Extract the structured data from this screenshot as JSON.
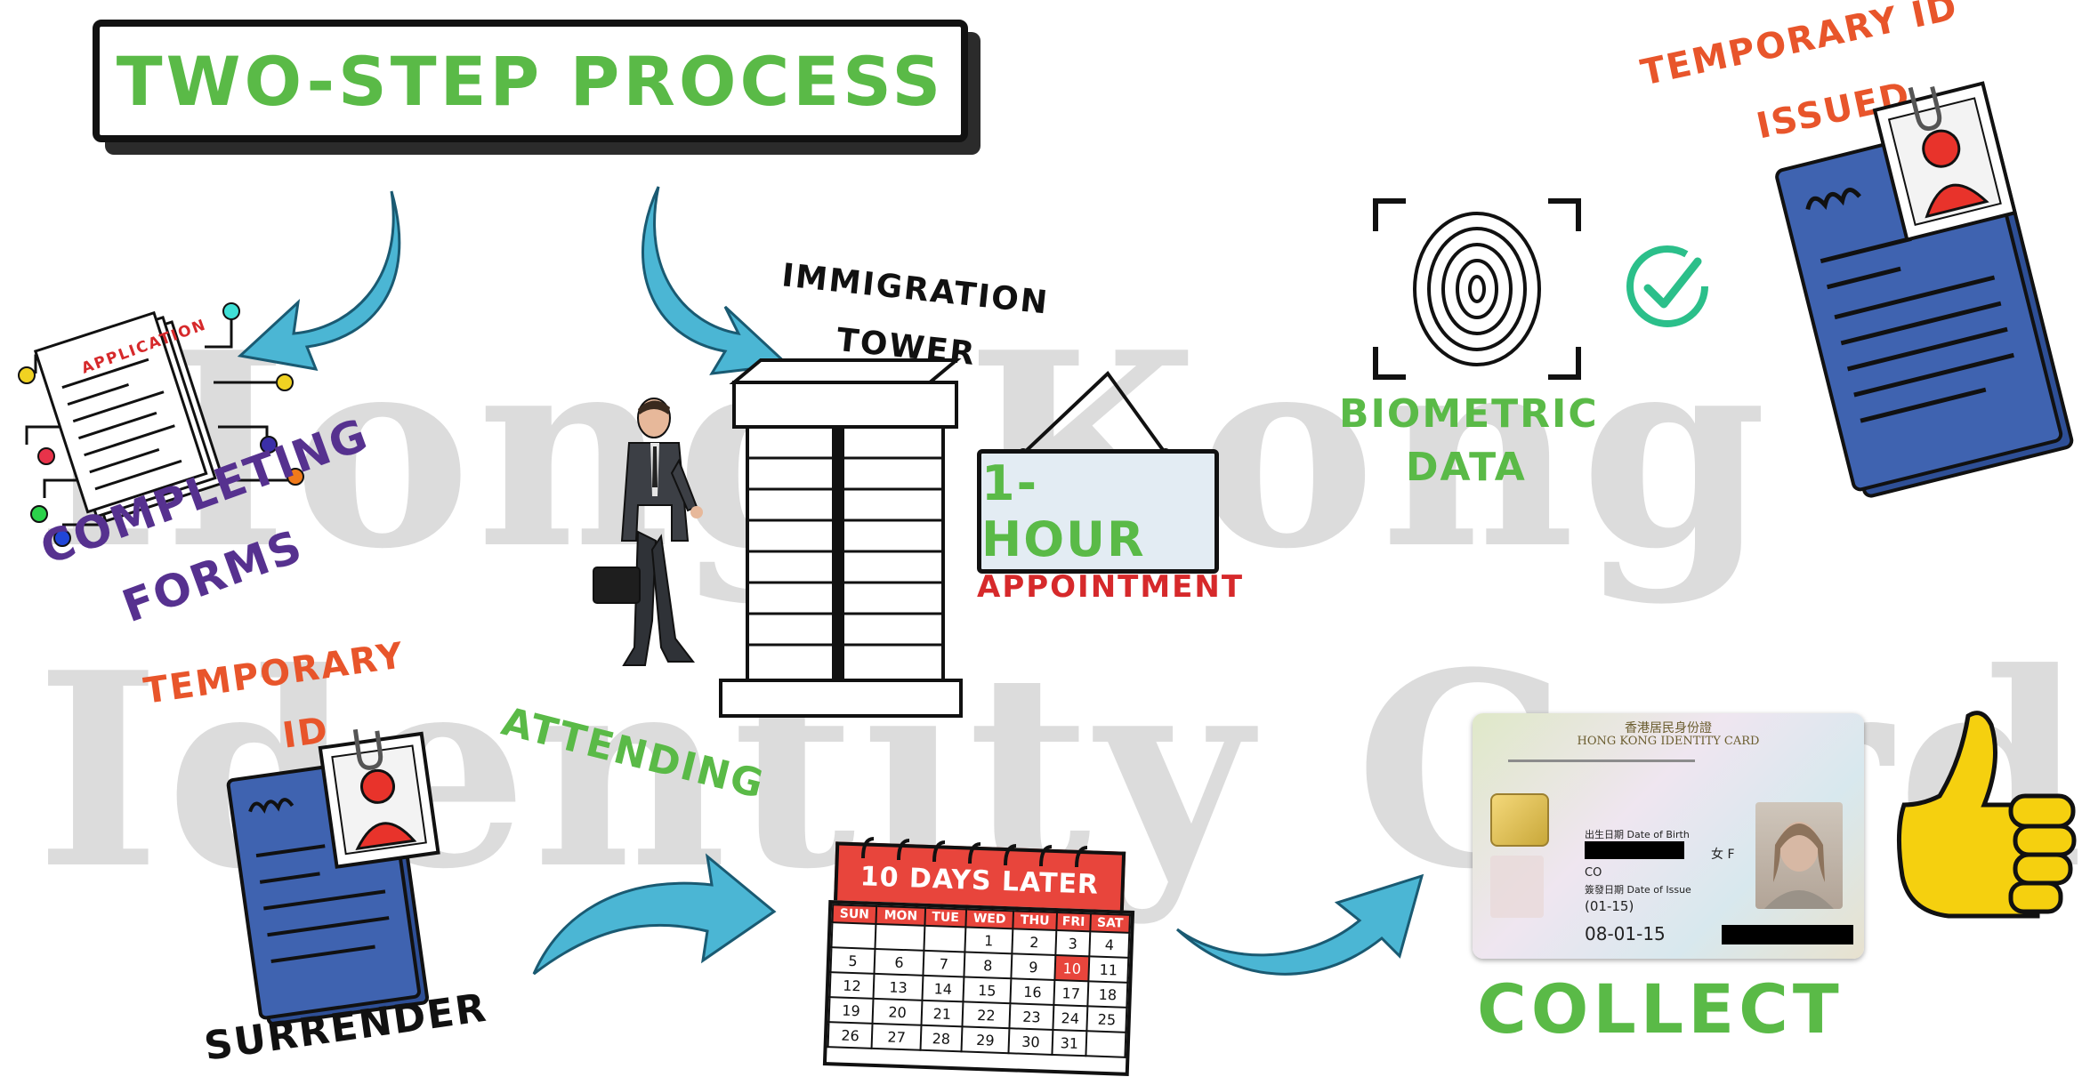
{
  "watermark": {
    "line1": "Hong Kong",
    "line2": "Identity Card"
  },
  "title": "TWO-STEP PROCESS",
  "forms": {
    "doc_heading": "APPLICATION",
    "label_line1": "COMPLETING",
    "label_line2": "FORMS"
  },
  "tower": {
    "label_line1": "IMMIGRATION",
    "label_line2": "TOWER",
    "attending": "ATTENDING"
  },
  "appointment": {
    "sign": "1- HOUR",
    "label": "APPOINTMENT"
  },
  "biometric": {
    "label_line1": "BIOMETRIC",
    "label_line2": "DATA"
  },
  "temp_issued": {
    "label_line1": "TEMPORARY ID",
    "label_line2": "ISSUED"
  },
  "temp_id": {
    "label_line1": "TEMPORARY",
    "label_line2": "ID"
  },
  "surrender": "SURRENDER",
  "calendar": {
    "heading": "10 DAYS LATER",
    "days": [
      "SUN",
      "MON",
      "TUE",
      "WED",
      "THU",
      "FRI",
      "SAT"
    ],
    "weeks": [
      [
        "",
        "",
        "",
        "1",
        "2",
        "3",
        "4"
      ],
      [
        "5",
        "6",
        "7",
        "8",
        "9",
        "10",
        "11"
      ],
      [
        "12",
        "13",
        "14",
        "15",
        "16",
        "17",
        "18"
      ],
      [
        "19",
        "20",
        "21",
        "22",
        "23",
        "24",
        "25"
      ],
      [
        "26",
        "27",
        "28",
        "29",
        "30",
        "31",
        ""
      ]
    ],
    "highlight": "10",
    "highlight_color": "#e8453c"
  },
  "card": {
    "header_cn": "香港居民身份證",
    "header_en": "HONG KONG IDENTITY CARD",
    "dob_label": "出生日期 Date of Birth",
    "sex": "女 F",
    "code": "CO",
    "issue_label": "簽發日期 Date of Issue",
    "issue_value": "(01-15)",
    "date": "08-01-15"
  },
  "collect": "COLLECT",
  "colors": {
    "arrow": "#4bb6d4",
    "green_text": "#5aba47",
    "orange_text": "#e8552b",
    "purple_text": "#56318f",
    "red_text": "#d6292b",
    "folder_blue": "#3f63b0",
    "thumb_yellow": "#f5d00f",
    "check_teal": "#2bbf8a"
  }
}
